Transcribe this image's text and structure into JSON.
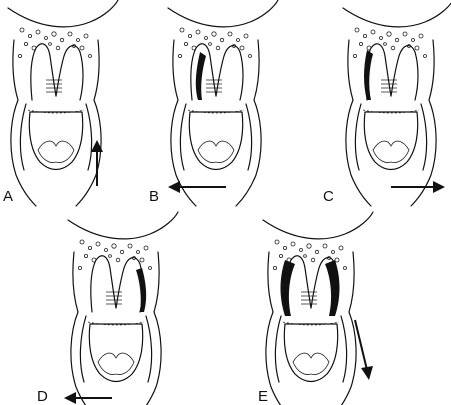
{
  "figure": {
    "panels": [
      {
        "id": "A",
        "label": "A",
        "force_direction": "up",
        "gap": "none"
      },
      {
        "id": "B",
        "label": "B",
        "force_direction": "left",
        "gap": "right"
      },
      {
        "id": "C",
        "label": "C",
        "force_direction": "right",
        "gap": "left"
      },
      {
        "id": "D",
        "label": "D",
        "force_direction": "left",
        "gap": "right"
      },
      {
        "id": "E",
        "label": "E",
        "force_direction": "down",
        "gap": "around"
      }
    ]
  }
}
